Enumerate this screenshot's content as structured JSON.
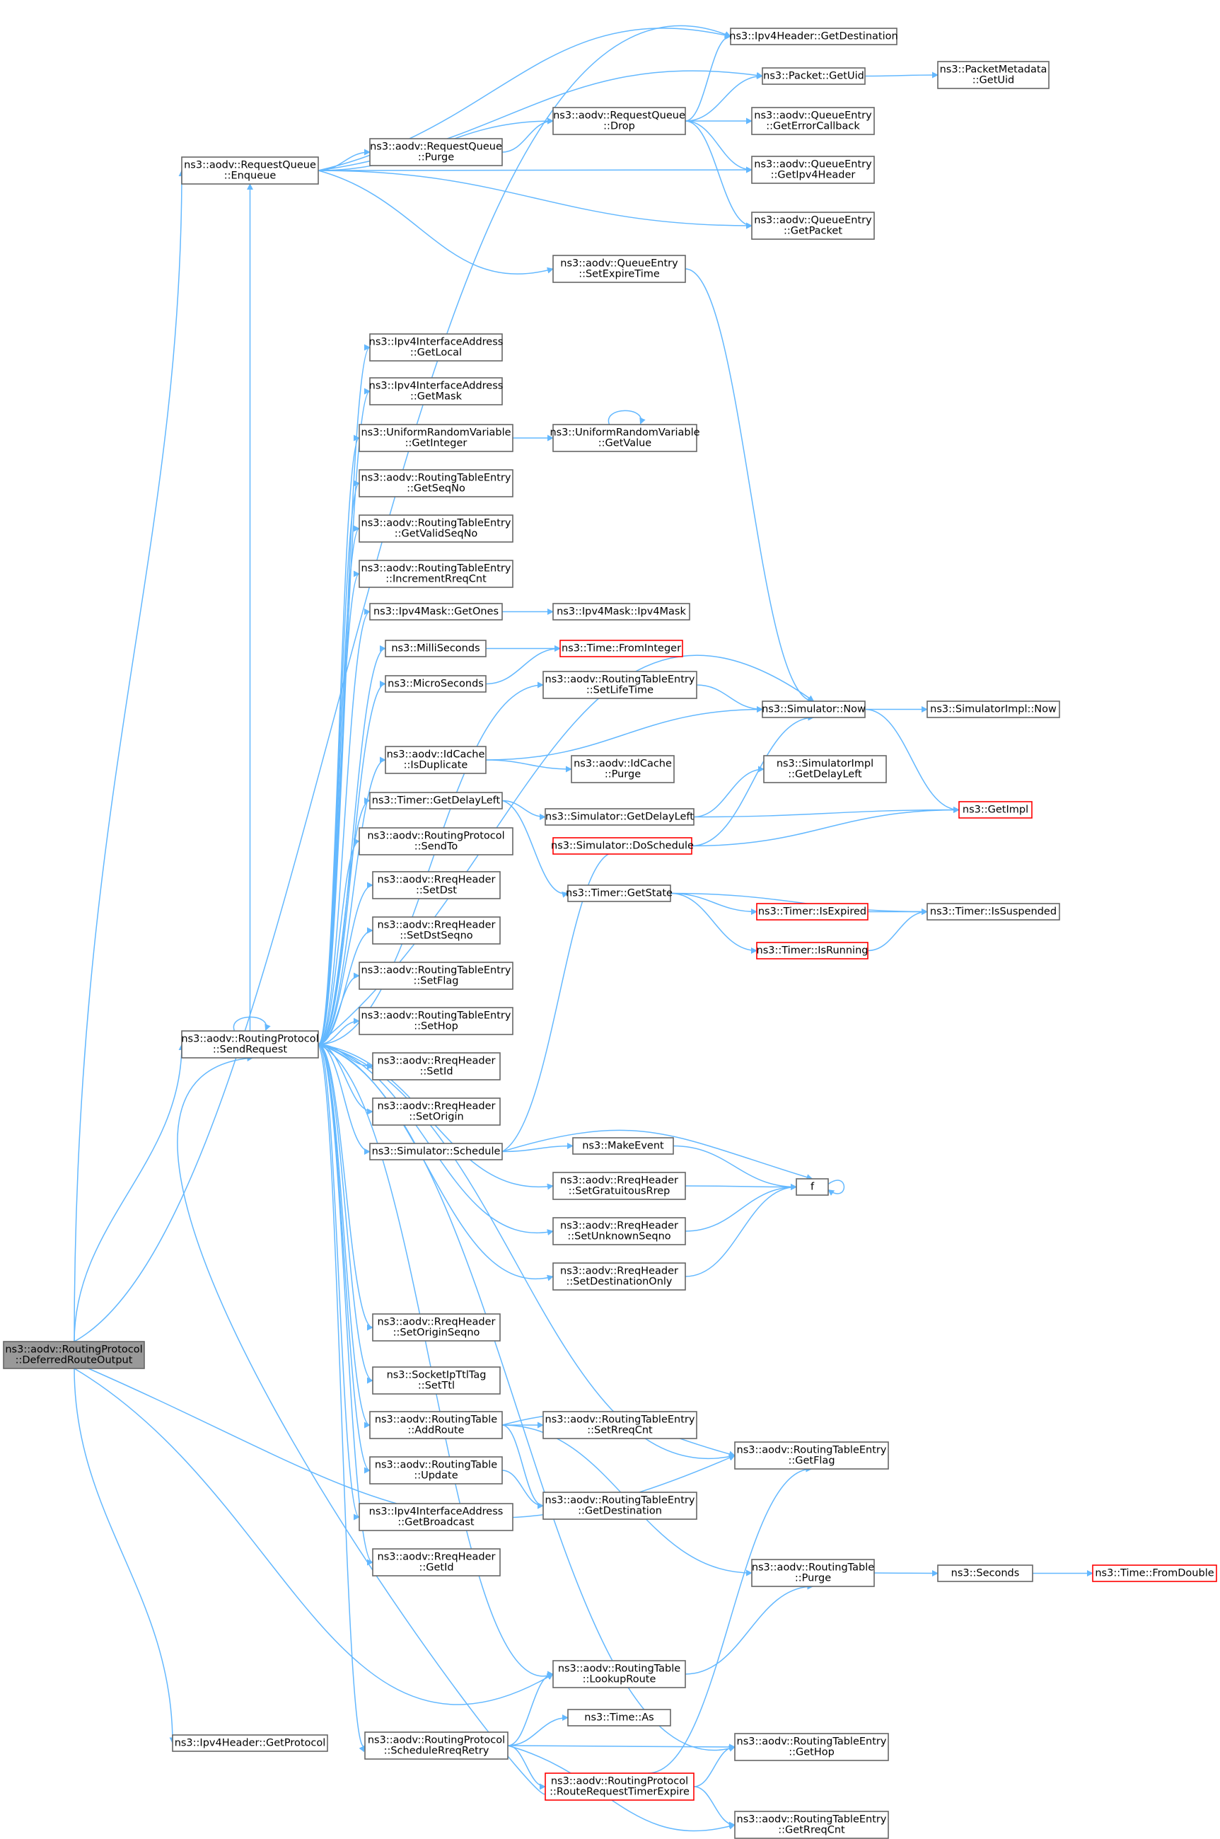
{
  "colors": {
    "edge": "#63b8ff",
    "node_border": "#666666",
    "highlight_border": "#ff0000",
    "root_fill": "#999999"
  },
  "nodes": [
    {
      "id": "root",
      "lines": [
        "ns3::aodv::RoutingProtocol",
        "::DeferredRouteOutput"
      ],
      "style": "root"
    },
    {
      "id": "enqueue",
      "lines": [
        "ns3::aodv::RequestQueue",
        "::Enqueue"
      ]
    },
    {
      "id": "ipv4dest",
      "lines": [
        "ns3::Ipv4Header::GetDestination"
      ]
    },
    {
      "id": "pktuid",
      "lines": [
        "ns3::Packet::GetUid"
      ]
    },
    {
      "id": "pmuid",
      "lines": [
        "ns3::PacketMetadata",
        "::GetUid"
      ]
    },
    {
      "id": "rqdrop",
      "lines": [
        "ns3::aodv::RequestQueue",
        "::Drop"
      ]
    },
    {
      "id": "rqpurge",
      "lines": [
        "ns3::aodv::RequestQueue",
        "::Purge"
      ]
    },
    {
      "id": "qeerr",
      "lines": [
        "ns3::aodv::QueueEntry",
        "::GetErrorCallback"
      ]
    },
    {
      "id": "qehdr",
      "lines": [
        "ns3::aodv::QueueEntry",
        "::GetIpv4Header"
      ]
    },
    {
      "id": "qepkt",
      "lines": [
        "ns3::aodv::QueueEntry",
        "::GetPacket"
      ]
    },
    {
      "id": "qeexp",
      "lines": [
        "ns3::aodv::QueueEntry",
        "::SetExpireTime"
      ]
    },
    {
      "id": "iflocal",
      "lines": [
        "ns3::Ipv4InterfaceAddress",
        "::GetLocal"
      ]
    },
    {
      "id": "ifmask",
      "lines": [
        "ns3::Ipv4InterfaceAddress",
        "::GetMask"
      ]
    },
    {
      "id": "urvint",
      "lines": [
        "ns3::UniformRandomVariable",
        "::GetInteger"
      ]
    },
    {
      "id": "urvval",
      "lines": [
        "ns3::UniformRandomVariable",
        "::GetValue"
      ]
    },
    {
      "id": "rteseq",
      "lines": [
        "ns3::aodv::RoutingTableEntry",
        "::GetSeqNo"
      ]
    },
    {
      "id": "rtevalid",
      "lines": [
        "ns3::aodv::RoutingTableEntry",
        "::GetValidSeqNo"
      ]
    },
    {
      "id": "rteinc",
      "lines": [
        "ns3::aodv::RoutingTableEntry",
        "::IncrementRreqCnt"
      ]
    },
    {
      "id": "maskones",
      "lines": [
        "ns3::Ipv4Mask::GetOnes"
      ]
    },
    {
      "id": "maskctor",
      "lines": [
        "ns3::Ipv4Mask::Ipv4Mask"
      ]
    },
    {
      "id": "milli",
      "lines": [
        "ns3::MilliSeconds"
      ]
    },
    {
      "id": "fromint",
      "lines": [
        "ns3::Time::FromInteger"
      ],
      "style": "red"
    },
    {
      "id": "micro",
      "lines": [
        "ns3::MicroSeconds"
      ]
    },
    {
      "id": "rtelife",
      "lines": [
        "ns3::aodv::RoutingTableEntry",
        "::SetLifeTime"
      ]
    },
    {
      "id": "simnow",
      "lines": [
        "ns3::Simulator::Now"
      ]
    },
    {
      "id": "implnow",
      "lines": [
        "ns3::SimulatorImpl::Now"
      ]
    },
    {
      "id": "idcdup",
      "lines": [
        "ns3::aodv::IdCache",
        "::IsDuplicate"
      ]
    },
    {
      "id": "idcpurge",
      "lines": [
        "ns3::aodv::IdCache",
        "::Purge"
      ]
    },
    {
      "id": "impldelay",
      "lines": [
        "ns3::SimulatorImpl",
        "::GetDelayLeft"
      ]
    },
    {
      "id": "timerdelay",
      "lines": [
        "ns3::Timer::GetDelayLeft"
      ]
    },
    {
      "id": "simdelay",
      "lines": [
        "ns3::Simulator::GetDelayLeft"
      ]
    },
    {
      "id": "getimpl",
      "lines": [
        "ns3::GetImpl"
      ],
      "style": "red"
    },
    {
      "id": "rpsendto",
      "lines": [
        "ns3::aodv::RoutingProtocol",
        "::SendTo"
      ]
    },
    {
      "id": "simsched",
      "lines": [
        "ns3::Simulator::DoSchedule"
      ],
      "style": "red"
    },
    {
      "id": "timerstate",
      "lines": [
        "ns3::Timer::GetState"
      ]
    },
    {
      "id": "rreqdst",
      "lines": [
        "ns3::aodv::RreqHeader",
        "::SetDst"
      ]
    },
    {
      "id": "timerexp",
      "lines": [
        "ns3::Timer::IsExpired"
      ],
      "style": "red"
    },
    {
      "id": "timersusp",
      "lines": [
        "ns3::Timer::IsSuspended"
      ]
    },
    {
      "id": "timerrun",
      "lines": [
        "ns3::Timer::IsRunning"
      ],
      "style": "red"
    },
    {
      "id": "rreqdstseq",
      "lines": [
        "ns3::aodv::RreqHeader",
        "::SetDstSeqno"
      ]
    },
    {
      "id": "rteflag",
      "lines": [
        "ns3::aodv::RoutingTableEntry",
        "::SetFlag"
      ]
    },
    {
      "id": "sendreq",
      "lines": [
        "ns3::aodv::RoutingProtocol",
        "::SendRequest"
      ]
    },
    {
      "id": "rtehop",
      "lines": [
        "ns3::aodv::RoutingTableEntry",
        "::SetHop"
      ]
    },
    {
      "id": "rreqid",
      "lines": [
        "ns3::aodv::RreqHeader",
        "::SetId"
      ]
    },
    {
      "id": "rreqorig",
      "lines": [
        "ns3::aodv::RreqHeader",
        "::SetOrigin"
      ]
    },
    {
      "id": "schedule",
      "lines": [
        "ns3::Simulator::Schedule"
      ]
    },
    {
      "id": "makeevent",
      "lines": [
        "ns3::MakeEvent"
      ]
    },
    {
      "id": "f",
      "lines": [
        "f"
      ]
    },
    {
      "id": "rreqgrat",
      "lines": [
        "ns3::aodv::RreqHeader",
        "::SetGratuitousRrep"
      ]
    },
    {
      "id": "rrequnk",
      "lines": [
        "ns3::aodv::RreqHeader",
        "::SetUnknownSeqno"
      ]
    },
    {
      "id": "rreqdonly",
      "lines": [
        "ns3::aodv::RreqHeader",
        "::SetDestinationOnly"
      ]
    },
    {
      "id": "rreqoseq",
      "lines": [
        "ns3::aodv::RreqHeader",
        "::SetOriginSeqno"
      ]
    },
    {
      "id": "ttltag",
      "lines": [
        "ns3::SocketIpTtlTag",
        "::SetTtl"
      ]
    },
    {
      "id": "rtadd",
      "lines": [
        "ns3::aodv::RoutingTable",
        "::AddRoute"
      ]
    },
    {
      "id": "rtesetcnt",
      "lines": [
        "ns3::aodv::RoutingTableEntry",
        "::SetRreqCnt"
      ]
    },
    {
      "id": "rtegetflag",
      "lines": [
        "ns3::aodv::RoutingTableEntry",
        "::GetFlag"
      ]
    },
    {
      "id": "rtupdate",
      "lines": [
        "ns3::aodv::RoutingTable",
        "::Update"
      ]
    },
    {
      "id": "rtegetdest",
      "lines": [
        "ns3::aodv::RoutingTableEntry",
        "::GetDestination"
      ]
    },
    {
      "id": "ifbcast",
      "lines": [
        "ns3::Ipv4InterfaceAddress",
        "::GetBroadcast"
      ]
    },
    {
      "id": "rreqgetid",
      "lines": [
        "ns3::aodv::RreqHeader",
        "::GetId"
      ]
    },
    {
      "id": "rtpurge",
      "lines": [
        "ns3::aodv::RoutingTable",
        "::Purge"
      ]
    },
    {
      "id": "seconds",
      "lines": [
        "ns3::Seconds"
      ]
    },
    {
      "id": "fromdouble",
      "lines": [
        "ns3::Time::FromDouble"
      ],
      "style": "red"
    },
    {
      "id": "rtlookup",
      "lines": [
        "ns3::aodv::RoutingTable",
        "::LookupRoute"
      ]
    },
    {
      "id": "timeas",
      "lines": [
        "ns3::Time::As"
      ]
    },
    {
      "id": "ipv4proto",
      "lines": [
        "ns3::Ipv4Header::GetProtocol"
      ]
    },
    {
      "id": "schedretry",
      "lines": [
        "ns3::aodv::RoutingProtocol",
        "::ScheduleRreqRetry"
      ]
    },
    {
      "id": "rtegethop",
      "lines": [
        "ns3::aodv::RoutingTableEntry",
        "::GetHop"
      ]
    },
    {
      "id": "rrte",
      "lines": [
        "ns3::aodv::RoutingProtocol",
        "::RouteRequestTimerExpire"
      ],
      "style": "red"
    },
    {
      "id": "rtegetcnt",
      "lines": [
        "ns3::aodv::RoutingTableEntry",
        "::GetRreqCnt"
      ]
    }
  ],
  "edges": [
    [
      "root",
      "enqueue"
    ],
    [
      "root",
      "ipv4dest"
    ],
    [
      "root",
      "sendreq"
    ],
    [
      "root",
      "rtegetflag"
    ],
    [
      "root",
      "rtlookup"
    ],
    [
      "root",
      "ipv4proto"
    ],
    [
      "enqueue",
      "ipv4dest"
    ],
    [
      "enqueue",
      "pktuid"
    ],
    [
      "enqueue",
      "rqdrop"
    ],
    [
      "enqueue",
      "rqpurge"
    ],
    [
      "enqueue",
      "qehdr"
    ],
    [
      "enqueue",
      "qepkt"
    ],
    [
      "enqueue",
      "qeexp"
    ],
    [
      "pktuid",
      "pmuid"
    ],
    [
      "rqpurge",
      "rqdrop"
    ],
    [
      "rqdrop",
      "ipv4dest"
    ],
    [
      "rqdrop",
      "pktuid"
    ],
    [
      "rqdrop",
      "qeerr"
    ],
    [
      "rqdrop",
      "qehdr"
    ],
    [
      "rqdrop",
      "qepkt"
    ],
    [
      "qeexp",
      "simnow"
    ],
    [
      "sendreq",
      "sendreq"
    ],
    [
      "sendreq",
      "enqueue"
    ],
    [
      "sendreq",
      "simnow"
    ],
    [
      "sendreq",
      "iflocal"
    ],
    [
      "sendreq",
      "ifmask"
    ],
    [
      "sendreq",
      "urvint"
    ],
    [
      "sendreq",
      "rteseq"
    ],
    [
      "sendreq",
      "rtevalid"
    ],
    [
      "sendreq",
      "rteinc"
    ],
    [
      "sendreq",
      "maskones"
    ],
    [
      "sendreq",
      "milli"
    ],
    [
      "sendreq",
      "micro"
    ],
    [
      "sendreq",
      "rtelife"
    ],
    [
      "sendreq",
      "idcdup"
    ],
    [
      "sendreq",
      "timerdelay"
    ],
    [
      "sendreq",
      "rpsendto"
    ],
    [
      "sendreq",
      "rreqdst"
    ],
    [
      "sendreq",
      "rreqdstseq"
    ],
    [
      "sendreq",
      "rteflag"
    ],
    [
      "sendreq",
      "rtehop"
    ],
    [
      "sendreq",
      "rreqid"
    ],
    [
      "sendreq",
      "rreqorig"
    ],
    [
      "sendreq",
      "schedule"
    ],
    [
      "sendreq",
      "rreqgrat"
    ],
    [
      "sendreq",
      "rrequnk"
    ],
    [
      "sendreq",
      "rreqdonly"
    ],
    [
      "sendreq",
      "rreqoseq"
    ],
    [
      "sendreq",
      "rtegetflag"
    ],
    [
      "sendreq",
      "ttltag"
    ],
    [
      "sendreq",
      "rtadd"
    ],
    [
      "sendreq",
      "rtupdate"
    ],
    [
      "sendreq",
      "ifbcast"
    ],
    [
      "sendreq",
      "rreqgetid"
    ],
    [
      "sendreq",
      "rtlookup"
    ],
    [
      "sendreq",
      "rtegethop"
    ],
    [
      "sendreq",
      "schedretry"
    ],
    [
      "urvint",
      "urvval"
    ],
    [
      "urvval",
      "urvval"
    ],
    [
      "maskones",
      "maskctor"
    ],
    [
      "milli",
      "fromint"
    ],
    [
      "micro",
      "fromint"
    ],
    [
      "rtelife",
      "simnow"
    ],
    [
      "simnow",
      "implnow"
    ],
    [
      "simnow",
      "getimpl"
    ],
    [
      "idcdup",
      "simnow"
    ],
    [
      "idcdup",
      "idcpurge"
    ],
    [
      "timerdelay",
      "simdelay"
    ],
    [
      "timerdelay",
      "timerstate"
    ],
    [
      "simdelay",
      "impldelay"
    ],
    [
      "simdelay",
      "getimpl"
    ],
    [
      "simsched",
      "simnow"
    ],
    [
      "simsched",
      "getimpl"
    ],
    [
      "timerstate",
      "timersusp"
    ],
    [
      "timerstate",
      "timerexp"
    ],
    [
      "timerstate",
      "timerrun"
    ],
    [
      "timerexp",
      "timersusp"
    ],
    [
      "timerrun",
      "timersusp"
    ],
    [
      "schedule",
      "simsched"
    ],
    [
      "schedule",
      "makeevent"
    ],
    [
      "schedule",
      "f"
    ],
    [
      "makeevent",
      "f"
    ],
    [
      "f",
      "f"
    ],
    [
      "rreqgrat",
      "f"
    ],
    [
      "rrequnk",
      "f"
    ],
    [
      "rreqdonly",
      "f"
    ],
    [
      "rtadd",
      "rtegetflag"
    ],
    [
      "rtadd",
      "rtesetcnt"
    ],
    [
      "rtadd",
      "rtegetdest"
    ],
    [
      "rtadd",
      "rtpurge"
    ],
    [
      "rtupdate",
      "rtegetdest"
    ],
    [
      "rtpurge",
      "seconds"
    ],
    [
      "seconds",
      "fromdouble"
    ],
    [
      "rtlookup",
      "rtpurge"
    ],
    [
      "schedretry",
      "timeas"
    ],
    [
      "schedretry",
      "rtlookup"
    ],
    [
      "schedretry",
      "rtegethop"
    ],
    [
      "schedretry",
      "rrte"
    ],
    [
      "schedretry",
      "rtegetcnt"
    ],
    [
      "rrte",
      "rtegetflag"
    ],
    [
      "rrte",
      "rtegethop"
    ],
    [
      "rrte",
      "rtegetcnt"
    ],
    [
      "rrte",
      "sendreq"
    ]
  ]
}
